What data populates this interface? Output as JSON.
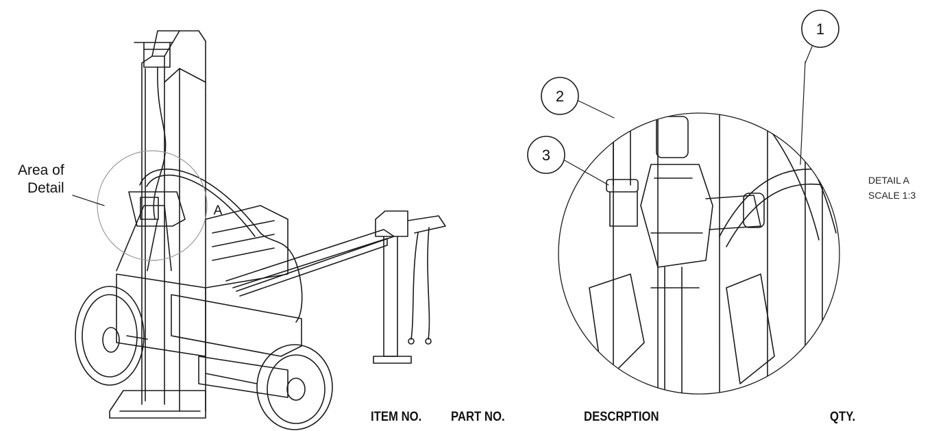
{
  "area_label": {
    "line1": "Area of",
    "line2": "Detail"
  },
  "view_marker": "A",
  "detail_caption": {
    "line1": "DETAIL A",
    "line2": "SCALE 1:3"
  },
  "balloons": [
    "1",
    "2",
    "3"
  ],
  "table_header": {
    "item_no": "ITEM NO.",
    "part_no": "PART NO.",
    "description": "DESCRPTION",
    "qty": "QTY."
  }
}
